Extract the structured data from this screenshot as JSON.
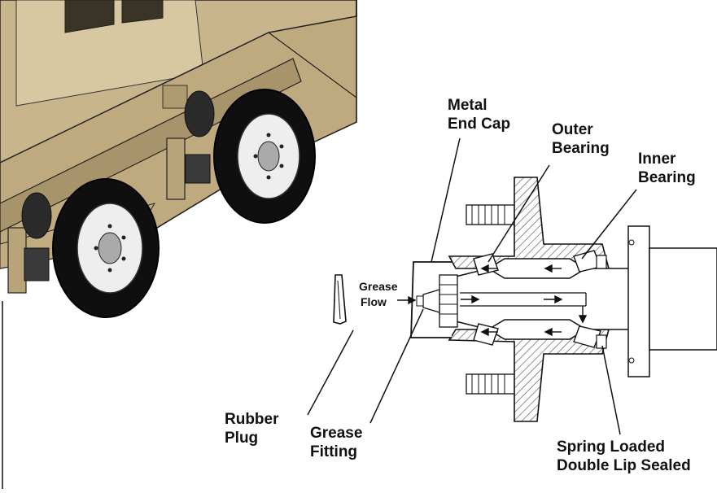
{
  "labels": {
    "metal_end_cap": [
      "Metal",
      "End Cap"
    ],
    "outer_bearing": [
      "Outer",
      "Bearing"
    ],
    "inner_bearing": [
      "Inner",
      "Bearing"
    ],
    "grease_flow": [
      "Grease",
      "Flow"
    ],
    "rubber_plug": [
      "Rubber",
      "Plug"
    ],
    "grease_fitting": [
      "Grease",
      "Fitting"
    ],
    "spring_loaded_seal": [
      "Spring Loaded",
      "Double Lip Sealed"
    ]
  },
  "colors": {
    "trailer_tan": "#c9b58c",
    "trailer_dark": "#8c7a57",
    "tire": "#0f0f0f",
    "rim": "#eeeeee",
    "line": "#111111",
    "hatch": "#555555"
  }
}
